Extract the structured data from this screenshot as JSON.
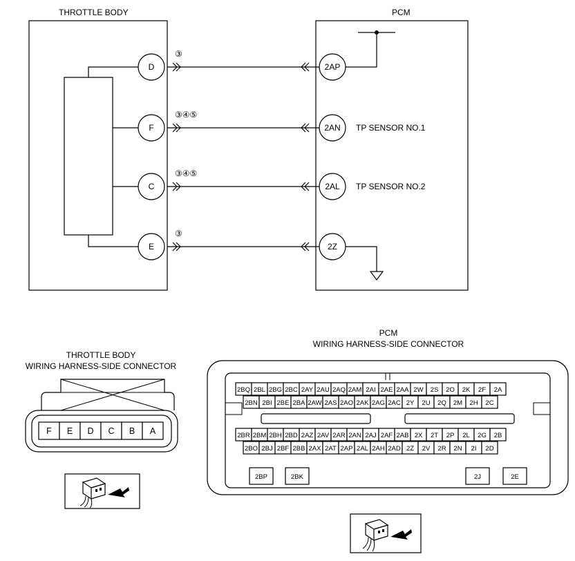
{
  "top": {
    "throttle_body_title": "THROTTLE BODY",
    "pcm_title": "PCM",
    "tb_pins": [
      "D",
      "F",
      "C",
      "E"
    ],
    "circled": [
      "③",
      "③④⑤",
      "③④⑤",
      "③"
    ],
    "pcm_pins": [
      "2AP",
      "2AN",
      "2AL",
      "2Z"
    ],
    "signals": [
      "",
      "TP SENSOR NO.1",
      "TP SENSOR NO.2",
      ""
    ]
  },
  "tb_connector": {
    "title_line1": "THROTTLE BODY",
    "title_line2": "WIRING HARNESS-SIDE CONNECTOR",
    "pins": [
      "F",
      "E",
      "D",
      "C",
      "B",
      "A"
    ]
  },
  "pcm_connector": {
    "title_line1": "PCM",
    "title_line2": "WIRING HARNESS-SIDE CONNECTOR",
    "row1": [
      "2BQ",
      "2BL",
      "2BG",
      "2BC",
      "2AY",
      "2AU",
      "2AQ",
      "2AM",
      "2AI",
      "2AE",
      "2AA",
      "2W",
      "2S",
      "2O",
      "2K",
      "2F",
      "2A"
    ],
    "row2": [
      "2BN",
      "2BI",
      "2BE",
      "2BA",
      "2AW",
      "2AS",
      "2AO",
      "2AK",
      "2AG",
      "2AC",
      "2Y",
      "2U",
      "2Q",
      "2M",
      "2H",
      "2C"
    ],
    "row3": [
      "2BR",
      "2BM",
      "2BH",
      "2BD",
      "2AZ",
      "2AV",
      "2AR",
      "2AN",
      "2AJ",
      "2AF",
      "2AB",
      "2X",
      "2T",
      "2P",
      "2L",
      "2G",
      "2B"
    ],
    "row4": [
      "2BO",
      "2BJ",
      "2BF",
      "2BB",
      "2AX",
      "2AT",
      "2AP",
      "2AL",
      "2AH",
      "2AD",
      "2Z",
      "2V",
      "2R",
      "2N",
      "2I",
      "2D"
    ],
    "special": [
      "2BP",
      "2BK",
      "2J",
      "2E"
    ]
  }
}
